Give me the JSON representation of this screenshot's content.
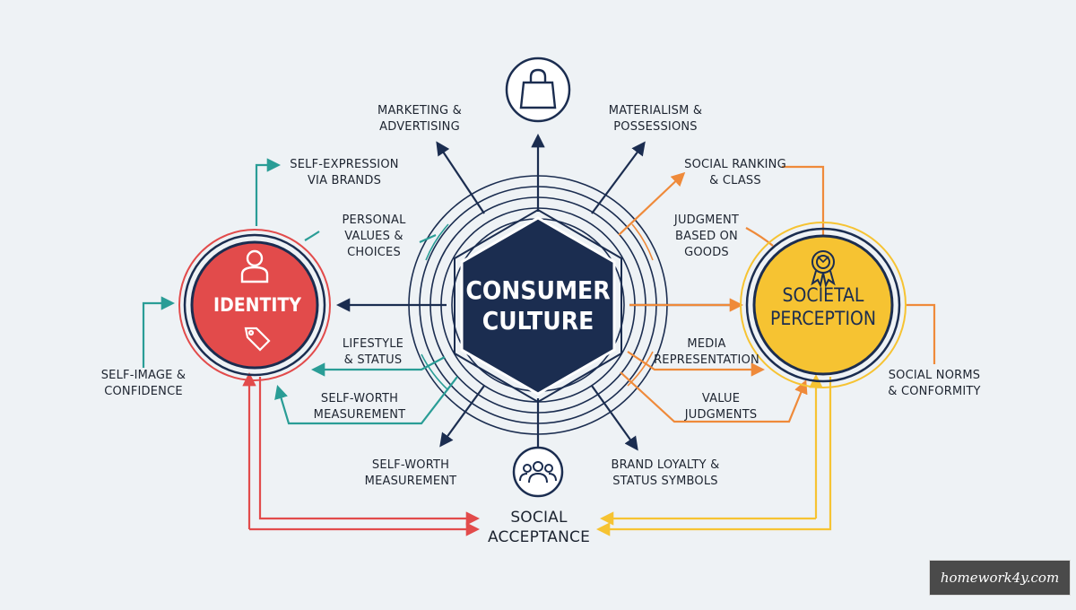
{
  "diagram": {
    "center": {
      "title_lines": [
        "CONSUMER",
        "CULTURE"
      ]
    },
    "identity": {
      "title": "IDENTITY"
    },
    "societal": {
      "title_lines": [
        "SOCIETAL",
        "PERCEPTION"
      ]
    },
    "bottom": {
      "title_lines": [
        "SOCIAL",
        "ACCEPTANCE"
      ]
    },
    "labels": {
      "marketing": [
        "MARKETING &",
        "ADVERTISING"
      ],
      "materialism": [
        "MATERIALISM &",
        "POSSESSIONS"
      ],
      "self_expression": [
        "SELF-EXPRESSION",
        "VIA BRANDS"
      ],
      "personal_values": [
        "PERSONAL",
        "VALUES &",
        "CHOICES"
      ],
      "lifestyle": [
        "LIFESTYLE",
        "& STATUS"
      ],
      "self_worth_left": [
        "SELF-WORTH",
        "MEASUREMENT"
      ],
      "self_image": [
        "SELF-IMAGE &",
        "CONFIDENCE"
      ],
      "social_ranking": [
        "SOCIAL RANKING",
        "& CLASS"
      ],
      "judgment": [
        "JUDGMENT",
        "BASED ON",
        "GOODS"
      ],
      "media": [
        "MEDIA",
        "REPRESENTATION"
      ],
      "value_judgments": [
        "VALUE",
        "JUDGMENTS"
      ],
      "social_norms": [
        "SOCIAL NORMS",
        "& CONFORMITY"
      ],
      "self_worth_bottom": [
        "SELF-WORTH",
        "MEASUREMENT"
      ],
      "brand_loyalty": [
        "BRAND LOYALTY &",
        "STATUS SYMBOLS"
      ]
    },
    "icons": [
      "shopping-bag-icon",
      "person-icon",
      "price-tag-icon",
      "award-badge-icon",
      "people-group-icon"
    ],
    "colors": {
      "navy": "#1b2d50",
      "red": "#e24b4b",
      "yellow": "#f6c332",
      "teal": "#2a9d96",
      "orange": "#ef8a3a",
      "background": "#eef2f5"
    }
  },
  "watermark": "homework4y.com"
}
